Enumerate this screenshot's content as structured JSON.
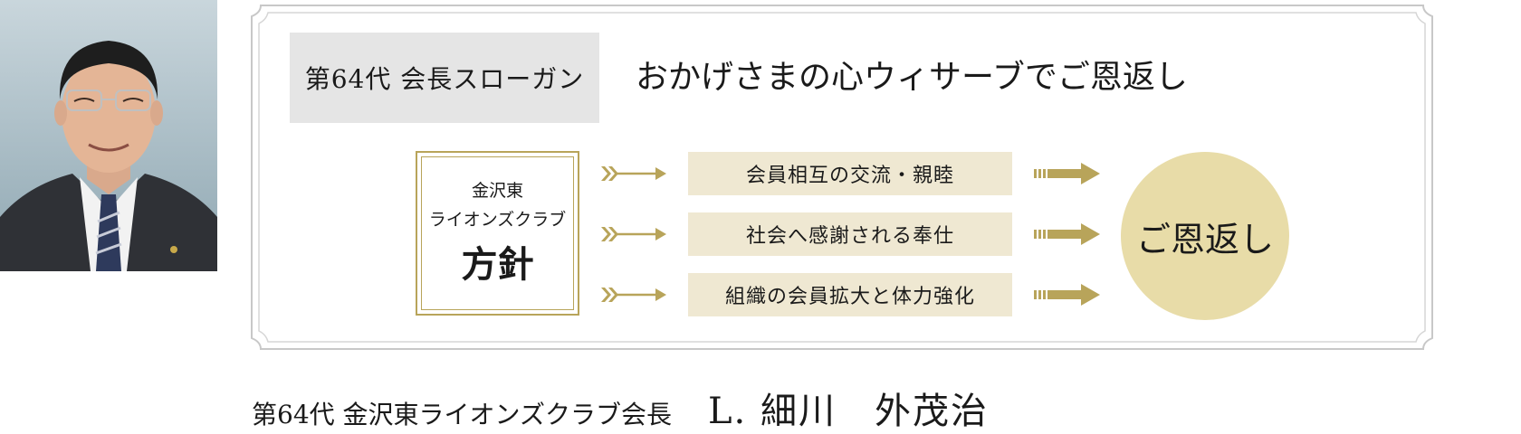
{
  "slogan": {
    "label": "第64代 会長スローガン",
    "text": "おかげさまの心ウィサーブでご恩返し"
  },
  "policy": {
    "club_line1": "金沢東",
    "club_line2": "ライオンズクラブ",
    "title": "方針",
    "items": [
      "会員相互の交流・親睦",
      "社会へ感謝される奉仕",
      "組織の会員拡大と体力強化"
    ],
    "goal": "ご恩返し"
  },
  "footer": {
    "role": "第64代 金沢東ライオンズクラブ会長",
    "name": "L. 細川　外茂治"
  },
  "colors": {
    "gold": "#b8a45a",
    "item_bg": "#efe8d2",
    "circle_bg": "#e8dca8",
    "label_bg": "#e5e5e5"
  },
  "icons": {
    "arrow_small": "chevron-arrow-right-icon",
    "arrow_bold": "bold-arrow-right-icon"
  }
}
